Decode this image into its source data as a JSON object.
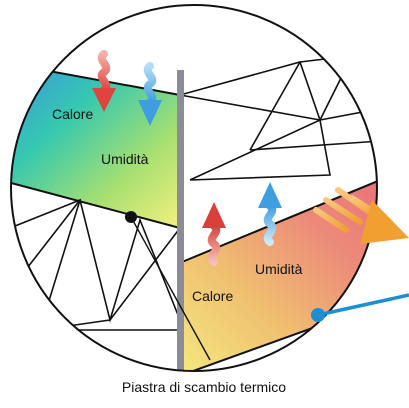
{
  "diagram": {
    "upper_zone": {
      "heat_label": "Calore",
      "humidity_label": "Umidità"
    },
    "lower_zone": {
      "heat_label": "Calore",
      "humidity_label": "Umidità"
    },
    "caption": "Piastra di scambio termico",
    "colors": {
      "heat_arrow": "#e0443f",
      "humidity_arrow": "#3f9ee0",
      "exhaust_arrow": "#f0a030",
      "plate": "#8c8c98",
      "pointer_line": "#1a8fd6",
      "outline": "#111111"
    }
  }
}
